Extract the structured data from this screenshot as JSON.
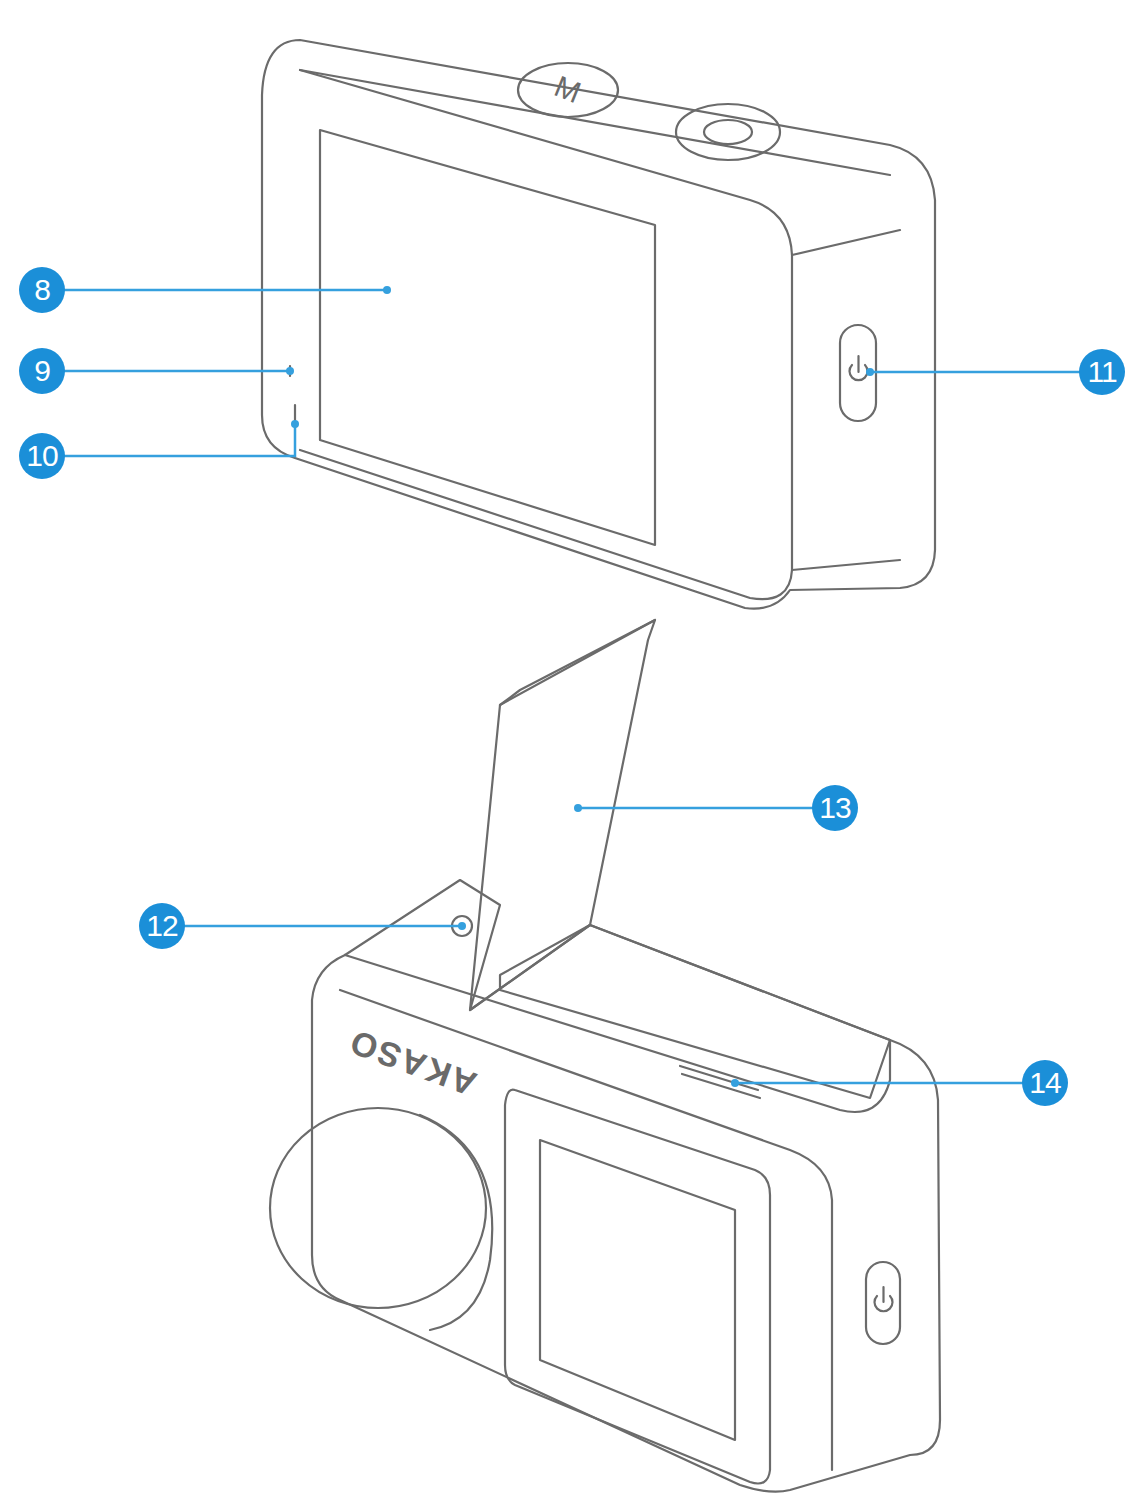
{
  "diagram": {
    "labels": [
      "8",
      "9",
      "10",
      "11",
      "12",
      "13",
      "14",
      "M",
      "AKASO"
    ]
  }
}
